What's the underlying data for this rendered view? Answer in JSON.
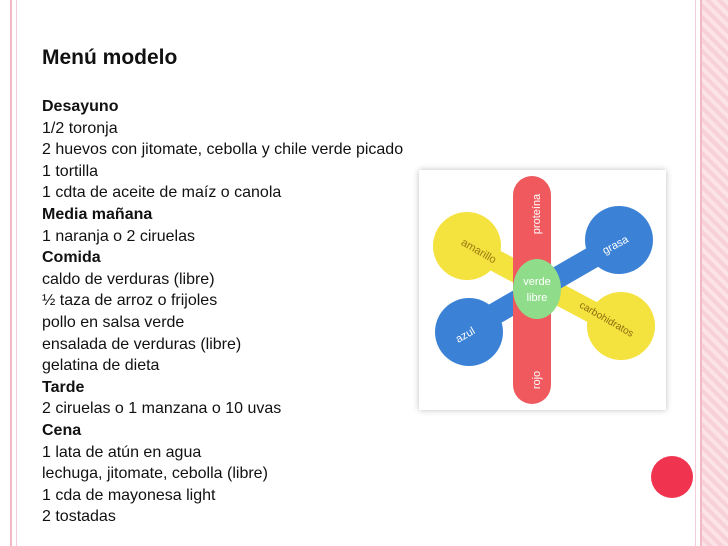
{
  "slide": {
    "title": "Menú modelo"
  },
  "menu": [
    {
      "text": "Desayuno",
      "heading": true
    },
    {
      "text": "1/2 toronja",
      "heading": false
    },
    {
      "text": "2 huevos con jitomate, cebolla y chile verde picado",
      "heading": false
    },
    {
      "text": "1 tortilla",
      "heading": false
    },
    {
      "text": "1 cdta de aceite de maíz o canola",
      "heading": false
    },
    {
      "text": "Media mañana",
      "heading": true
    },
    {
      "text": "1 naranja o 2 ciruelas",
      "heading": false
    },
    {
      "text": "Comida",
      "heading": true
    },
    {
      "text": "caldo de verduras (libre)",
      "heading": false
    },
    {
      "text": "½ taza de arroz o frijoles",
      "heading": false
    },
    {
      "text": "pollo en salsa verde",
      "heading": false
    },
    {
      "text": "ensalada de verduras (libre)",
      "heading": false
    },
    {
      "text": "gelatina de dieta",
      "heading": false
    },
    {
      "text": "Tarde",
      "heading": true
    },
    {
      "text": "2 ciruelas o 1 manzana o 10 uvas",
      "heading": false
    },
    {
      "text": "Cena",
      "heading": true
    },
    {
      "text": "1 lata de atún en agua",
      "heading": false
    },
    {
      "text": "lechuga, jitomate, cebolla (libre)",
      "heading": false
    },
    {
      "text": "1 cda de mayonesa light",
      "heading": false
    },
    {
      "text": "2 tostadas",
      "heading": false
    }
  ],
  "diagram": {
    "center_line1": "verde",
    "center_line2": "libre",
    "labels": {
      "proteina": "proteína",
      "rojo": "rojo",
      "grasa": "grasa",
      "azul": "azul",
      "amarillo": "amarillo",
      "carbohidratos": "carbohidratos"
    },
    "colors": {
      "red": "#f0595e",
      "blue": "#3b82d6",
      "yellow": "#f4e23e",
      "green": "#8fdc8a"
    }
  },
  "theme": {
    "accent_dot": "#f0344f",
    "border": "#f2b8c4"
  }
}
